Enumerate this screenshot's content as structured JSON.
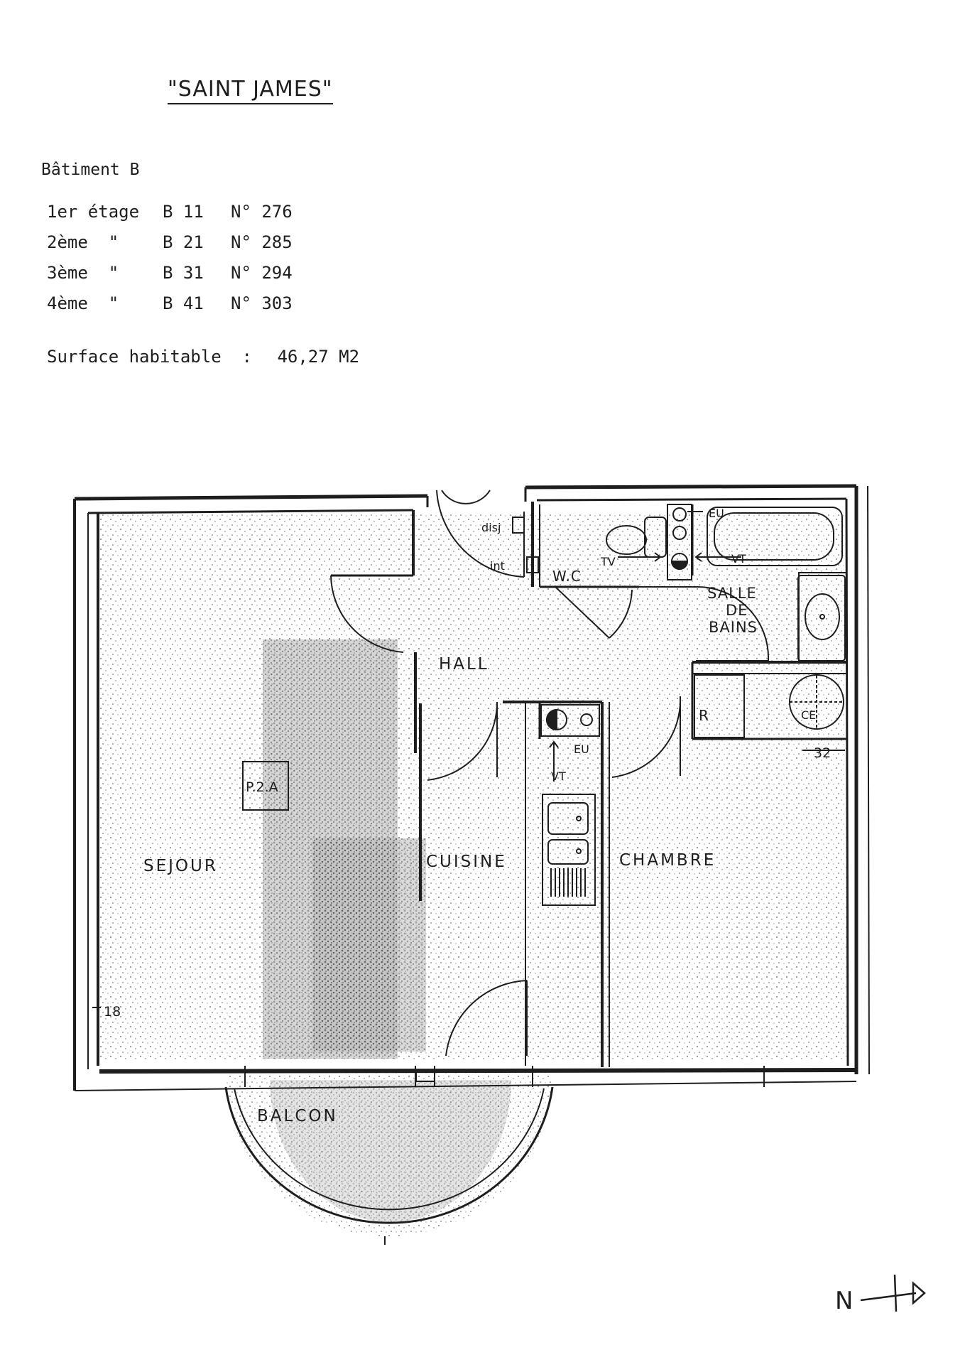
{
  "header": {
    "title": "\"SAINT JAMES\"",
    "building": "Bâtiment B",
    "floors": [
      {
        "floor": "1er étage",
        "block": "B 11",
        "number": "N° 276"
      },
      {
        "floor": "2ème  \"",
        "block": "B 21",
        "number": "N° 285"
      },
      {
        "floor": "3ème  \"",
        "block": "B 31",
        "number": "N° 294"
      },
      {
        "floor": "4ème  \"",
        "block": "B 41",
        "number": "N° 303"
      }
    ],
    "surface_label": "Surface habitable  :",
    "surface_value": "46,27 M2"
  },
  "plan": {
    "rooms": {
      "sejour": "SEJOUR",
      "hall": "HALL",
      "cuisine": "CUISINE",
      "chambre": "CHAMBRE",
      "wc": "W.C",
      "salle": "SALLE",
      "de": "DE",
      "bains": "BAINS",
      "balcon": "BALCON"
    },
    "labels": {
      "disj": "disj",
      "int": "int",
      "eu": "EU",
      "eu_kitchen": "EU",
      "vt": "VT",
      "tv": "TV",
      "vt_bath": "VT",
      "r": "R",
      "ce": "CE",
      "p2a": "P.2.A",
      "dim_32": "32",
      "dim_18": "18"
    }
  },
  "north_arrow": {
    "label": "N"
  }
}
